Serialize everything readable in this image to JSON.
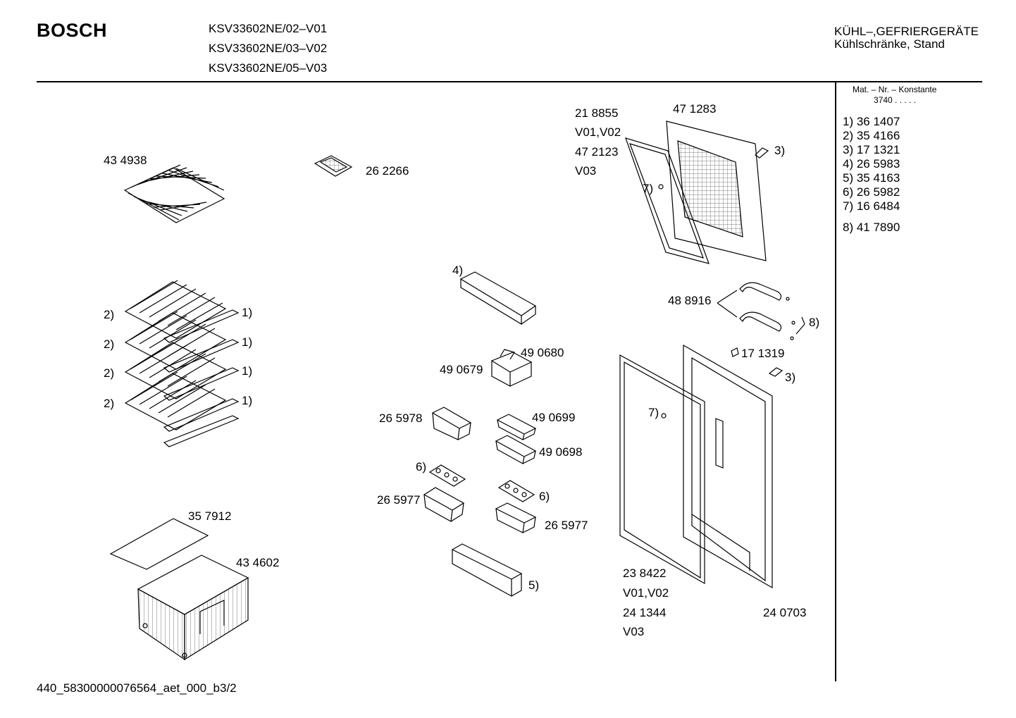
{
  "header": {
    "brand": "BOSCH",
    "models": [
      "KSV33602NE/02–V01",
      "KSV33602NE/03–V02",
      "KSV33602NE/05–V03"
    ],
    "category": "KÜHL–,GEFRIERGERÄTE",
    "subcategory": "Kühlschränke, Stand"
  },
  "legend": {
    "header": "Mat. – Nr. – Konstante",
    "constant": "3740  .  .  .  .  .",
    "items": [
      "1) 36 1407",
      "2) 35 4166",
      "3) 17 1321",
      "4) 26 5983",
      "5) 35 4163",
      "6) 26 5982",
      "7) 16 6484",
      "8) 41 7890"
    ]
  },
  "labels": {
    "wire_shelf_top": "43 4938",
    "ice_tray": "26 2266",
    "freezer_gasket_1": "21 8855",
    "freezer_gasket_1_variant": "V01,V02",
    "freezer_gasket_2": "47 2123",
    "freezer_gasket_2_variant": "V03",
    "freezer_door": "47 1283",
    "hinge_cover_upper": "3)",
    "gasket_clip_upper": "7)",
    "door_shelf_upper": "4)",
    "handle": "48 8916",
    "handle_caps": "8)",
    "shelf_support": "17 1319",
    "hinge_cover_lower": "3)",
    "shelf_rail_left": "2)",
    "shelf_rail_right": "1)",
    "butter_lid": "49 0680",
    "butter_box": "49 0679",
    "gasket_clip_lower": "7)",
    "bottle_bin_a": "26 5978",
    "bin_a": "49 0699",
    "bin_b": "49 0698",
    "egg_tray_left": "6)",
    "egg_tray_right": "6)",
    "bin_c": "26 5977",
    "bin_d": "26 5977",
    "glass_shelf": "35 7912",
    "crisper": "43 4602",
    "bottle_shelf_lower": "5)",
    "fridge_gasket_1": "23 8422",
    "fridge_gasket_1_variant": "V01,V02",
    "fridge_gasket_2": "24 1344",
    "fridge_gasket_2_variant": "V03",
    "fridge_door": "24 0703"
  },
  "footer": "440_58300000076564_aet_000_b3/2"
}
